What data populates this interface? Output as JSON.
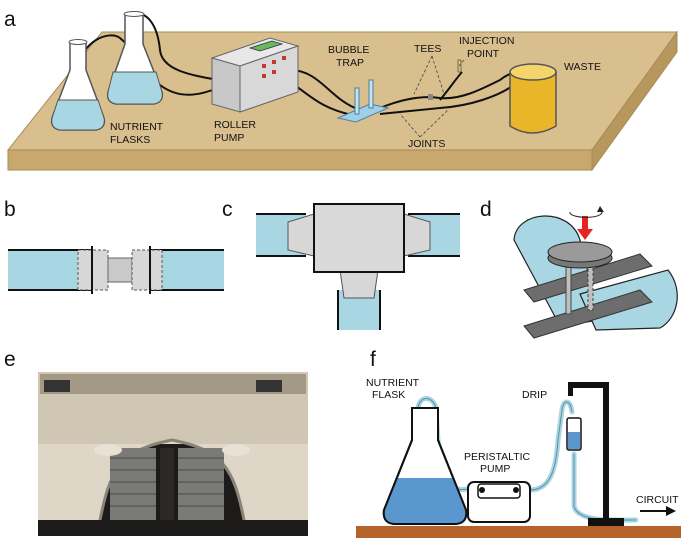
{
  "panels": {
    "a": {
      "letter": "a",
      "nutrient_flasks": [
        "NUTRIENT",
        "FLASKS"
      ],
      "roller_pump": [
        "ROLLER",
        "PUMP"
      ],
      "bubble_trap": [
        "BUBBLE",
        "TRAP"
      ],
      "tees": "TEES",
      "injection_point": [
        "INJECTION",
        "POINT"
      ],
      "waste": "WASTE",
      "joints": "JOINTS"
    },
    "b": {
      "letter": "b"
    },
    "c": {
      "letter": "c"
    },
    "d": {
      "letter": "d"
    },
    "e": {
      "letter": "e"
    },
    "f": {
      "letter": "f",
      "nutrient_flask": [
        "NUTRIENT",
        "FLASK"
      ],
      "peristaltic_pump": [
        "PERISTALTIC",
        "PUMP"
      ],
      "drip": "DRIP",
      "circuit": "CIRCUIT"
    }
  },
  "colors": {
    "table_top": "#d9bf8e",
    "table_side": "#b8975f",
    "liquid": "#a9d6e3",
    "waste": "#e9b62a",
    "bench": "#b5632a",
    "flask_fluid": "#5a97cf",
    "arrow_red": "#e52620"
  }
}
